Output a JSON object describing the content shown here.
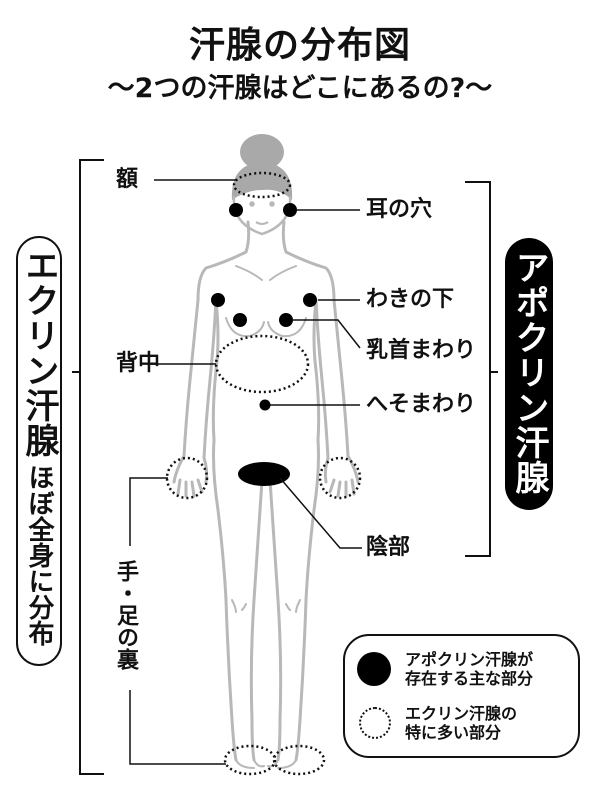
{
  "header": {
    "title": "汗腺の分布図",
    "subtitle": "～2つの汗腺はどこにあるの?～"
  },
  "eccrine": {
    "name": "エクリン汗腺",
    "description": "ほぼ全身に分布",
    "labels": {
      "forehead": "額",
      "back": "背中",
      "hands_feet": "手・足の裏"
    }
  },
  "apocrine": {
    "name": "アポクリン汗腺",
    "labels": {
      "ear_canal": "耳の穴",
      "armpit": "わきの下",
      "nipple": "乳首まわり",
      "navel": "へそまわり",
      "genitals": "陰部"
    }
  },
  "legend": {
    "items": [
      {
        "symbol": "filled-circle",
        "line1": "アポクリン汗腺が",
        "line2": "存在する主な部分"
      },
      {
        "symbol": "dotted-circle",
        "line1": "エクリン汗腺の",
        "line2": "特に多い部分"
      }
    ]
  },
  "colors": {
    "ink": "#111111",
    "body_outline": "#b8b8b8",
    "hair": "#a9a9a9",
    "apocrine_pill_bg": "#000000",
    "apocrine_pill_text": "#ffffff"
  }
}
